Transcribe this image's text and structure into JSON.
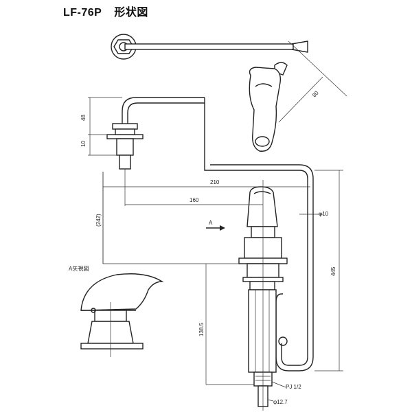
{
  "header": {
    "model": "LF-76P",
    "subtitle": "形状図"
  },
  "dimensions": {
    "d48": "48",
    "d10": "10",
    "d80": "80",
    "d210": "210",
    "d160": "160",
    "d242": "(242)",
    "d445": "445",
    "d1385": "138.5",
    "dia10": "φ10",
    "pj": "PJ 1/2",
    "dia127": "φ12.7"
  },
  "view_labels": {
    "arrow_a": "A",
    "a_view": "A矢視図"
  },
  "colors": {
    "line": "#222222",
    "background": "#ffffff"
  }
}
